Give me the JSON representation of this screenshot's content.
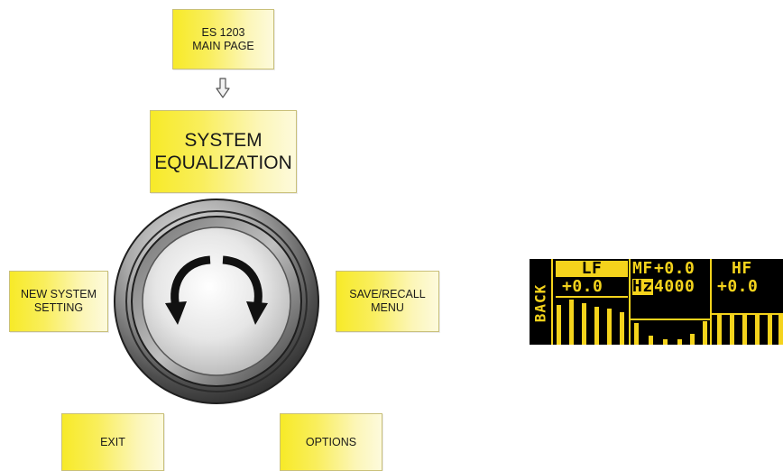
{
  "diagram": {
    "top_box": [
      "ES 1203",
      "MAIN PAGE"
    ],
    "title_box": [
      "SYSTEM",
      "EQUALIZATION"
    ],
    "left_box": [
      "NEW SYSTEM",
      "SETTING"
    ],
    "right_box": [
      "SAVE/RECALL",
      "MENU"
    ],
    "bottom_left_box": "EXIT",
    "bottom_right_box": "OPTIONS",
    "icons": [
      "down-arrow-icon",
      "rotary-knob-icon",
      "rotate-left-arrow-icon",
      "rotate-right-arrow-icon"
    ]
  },
  "lcd": {
    "back_label": "BACK",
    "lf_label": "LF",
    "lf_value": "+0.0",
    "mf_label": "MF",
    "mf_value": "+0.0",
    "hz_label": "Hz",
    "mf_freq": "4000",
    "hf_label": "HF",
    "hf_value": "+0.0",
    "colors": {
      "background": "#000000",
      "foreground": "#f4d31c"
    }
  }
}
